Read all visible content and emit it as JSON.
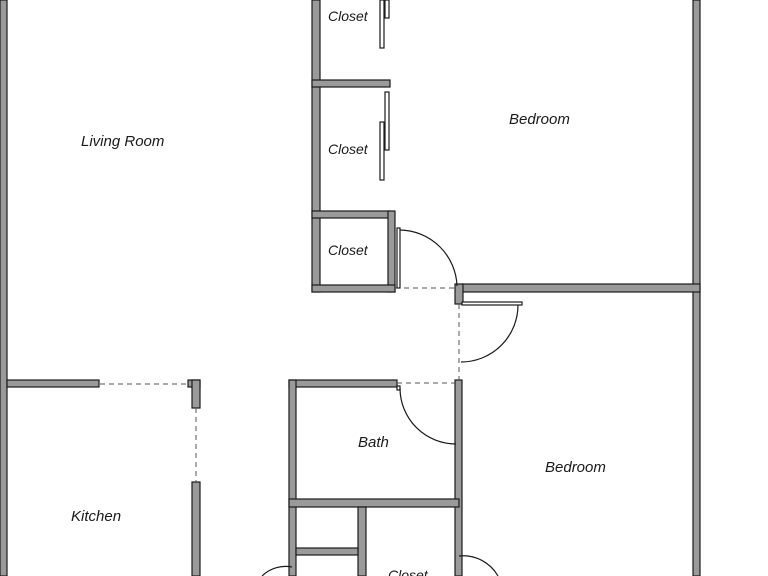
{
  "rooms": {
    "living_room": "Living Room",
    "bedroom_top": "Bedroom",
    "bedroom_bottom": "Bedroom",
    "closet_1": "Closet",
    "closet_2": "Closet",
    "closet_3": "Closet",
    "closet_4": "Closet",
    "bath": "Bath",
    "kitchen": "Kitchen"
  },
  "colors": {
    "wall_fill": "#9a9a9a",
    "line": "#1a1a1a",
    "background": "#ffffff"
  }
}
